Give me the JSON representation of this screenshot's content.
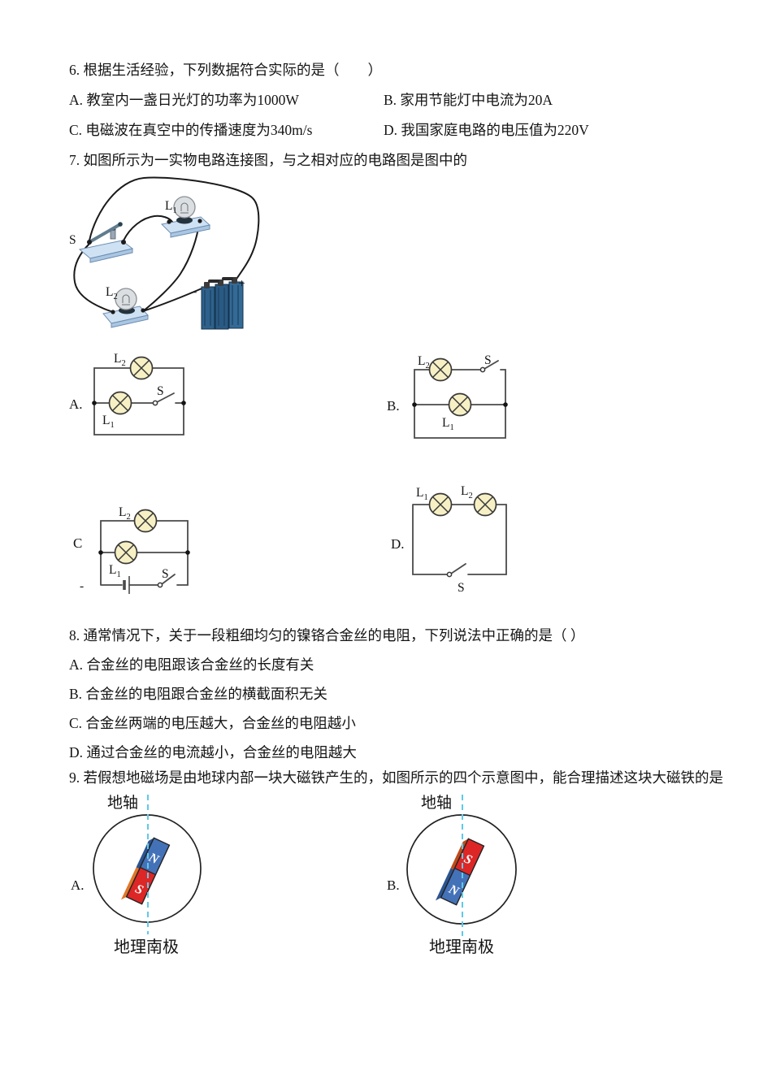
{
  "sym": {
    "L": "L",
    "s1": "1",
    "s2": "2",
    "S": "S",
    "plus": "+",
    "minus": "−",
    "dash": "-"
  },
  "colors": {
    "magnet_red": "#dd2626",
    "magnet_blue": "#4472b8",
    "axis_cyan": "#5fc9e8",
    "lamp_fill": "#f6f0c4"
  },
  "q6": {
    "title": "6. 根据生活经验，下列数据符合实际的是（　　）",
    "a": "A. 教室内一盏日光灯的功率为1000W",
    "b": "B. 家用节能灯中电流为20A",
    "c": "C. 电磁波在真空中的传播速度为340m/s",
    "d": "D. 我国家庭电路的电压值为220V"
  },
  "q7": {
    "title": "7. 如图所示为一实物电路连接图，与之相对应的电路图是图中的",
    "labels": {
      "a": "A.",
      "b": "B.",
      "c": "C",
      "d": "D."
    }
  },
  "q8": {
    "title": "8. 通常情况下，关于一段粗细均匀的镍铬合金丝的电阻，下列说法中正确的是（ ）",
    "a": "A. 合金丝的电阻跟该合金丝的长度有关",
    "b": "B. 合金丝的电阻跟合金丝的横截面积无关",
    "c": "C. 合金丝两端的电压越大，合金丝的电阻越小",
    "d": "D. 通过合金丝的电流越小，合金丝的电阻越大"
  },
  "q9": {
    "title": "9. 若假想地磁场是由地球内部一块大磁铁产生的，如图所示的四个示意图中，能合理描述这块大磁铁的是",
    "axis": "地轴",
    "pole": "地理南极",
    "a": {
      "label": "A.",
      "top": "N",
      "bottom": "S"
    },
    "b": {
      "label": "B.",
      "top": "S",
      "bottom": "N"
    }
  }
}
